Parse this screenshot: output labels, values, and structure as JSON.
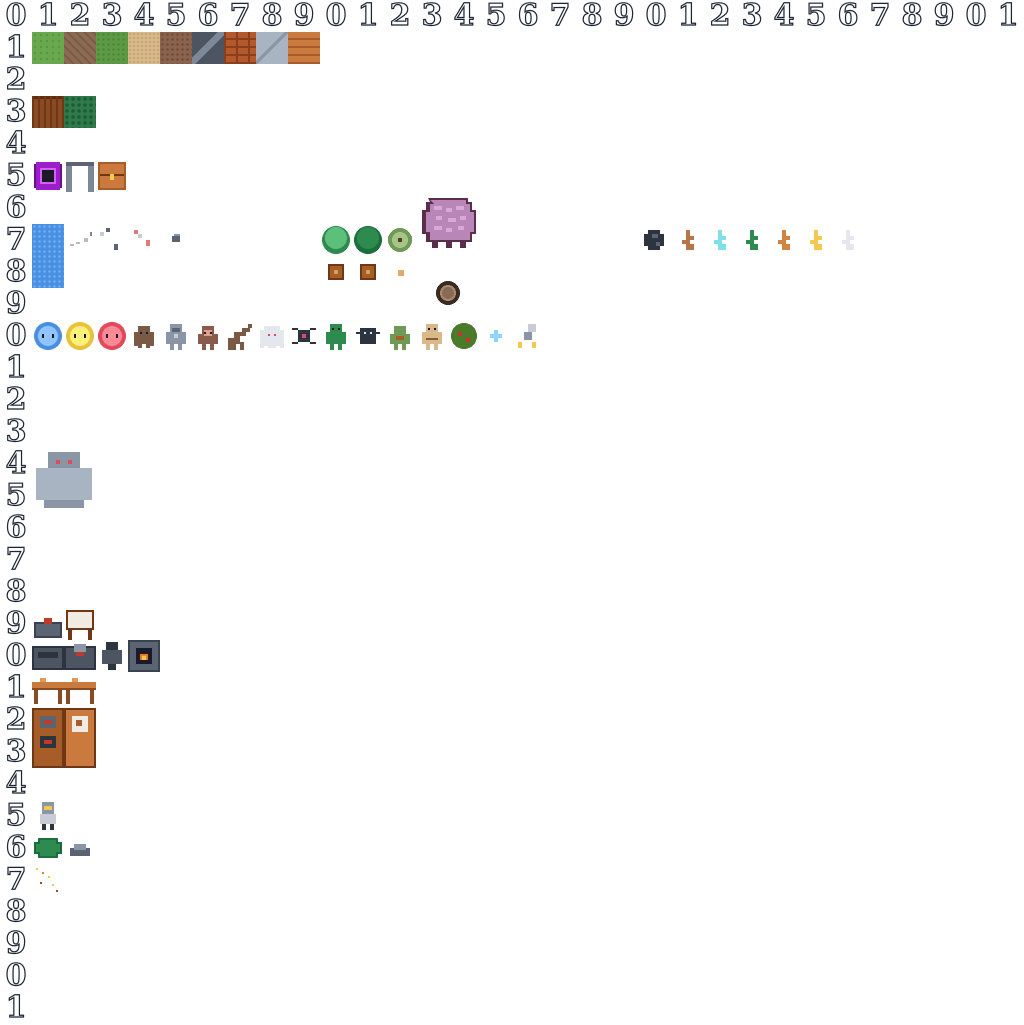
{
  "grid": {
    "columns": [
      "0",
      "1",
      "2",
      "3",
      "4",
      "5",
      "6",
      "7",
      "8",
      "9",
      "0",
      "1",
      "2",
      "3",
      "4",
      "5",
      "6",
      "7",
      "8",
      "9",
      "0",
      "1",
      "2",
      "3",
      "4",
      "5",
      "6",
      "7",
      "8",
      "9",
      "0",
      "1"
    ],
    "rows": [
      "0",
      "1",
      "2",
      "3",
      "4",
      "5",
      "6",
      "7",
      "8",
      "9",
      "0",
      "1",
      "2",
      "3",
      "4",
      "5",
      "6",
      "7",
      "8",
      "9",
      "0",
      "1",
      "2",
      "3",
      "4",
      "5",
      "6",
      "7",
      "8",
      "9",
      "0",
      "1"
    ]
  },
  "palette": {
    "grass": "#6aa84f",
    "dirt": "#8b6b52",
    "sand": "#d8b98a",
    "stone": "#a9b4c2",
    "wood": "#c97a3c",
    "water": "#4a90e2",
    "portal": "#9b1fc9",
    "brain": "#b887b8"
  },
  "tiles": {
    "terrain": [
      "grass-tile",
      "dirt-tile",
      "moss-tile",
      "sand-tile",
      "mud-tile",
      "dark-stone-tile",
      "brick-tile",
      "stone-tile",
      "plank-tile"
    ],
    "walls": [
      "log-wall-tile",
      "leaf-wall-tile"
    ],
    "doors": [
      "portal-icon",
      "doorway-icon",
      "chest-icon"
    ],
    "water": "water-tile"
  },
  "sprites": {
    "row7_effects": [
      "ore-sparkle-icon",
      "bone-pile-icon",
      "drop-icon",
      "rock-icon"
    ],
    "row7_plants": [
      "bush-icon",
      "bush-dark-icon",
      "cactus-flower-icon",
      "brain-boss-icon"
    ],
    "row7_items": [
      "coal-icon",
      "copper-icon",
      "diamond-icon",
      "emerald-icon",
      "amber-icon",
      "gold-icon",
      "silver-icon"
    ],
    "row8_props": [
      "crate-icon",
      "crate-icon",
      "seed-icon",
      "wheel-icon"
    ],
    "monsters": [
      "blue-slime-icon",
      "yellow-slime-icon",
      "red-slime-icon",
      "mud-golem-icon",
      "knight-icon",
      "imp-icon",
      "worm-icon",
      "ghost-icon",
      "spider-icon",
      "goblin-icon",
      "beetle-icon",
      "orc-icon",
      "mummy-icon",
      "thorn-bush-icon",
      "wisp-icon",
      "skeleton-icon"
    ],
    "large": [
      "stone-golem-icon"
    ],
    "furniture_row19": [
      "anvil-icon",
      "blackboard-icon"
    ],
    "furniture_row20": [
      "forge-icon",
      "forge-hot-icon",
      "armor-stand-icon",
      "furnace-icon"
    ],
    "furniture_row21": [
      "table-icon",
      "table-icon"
    ],
    "furniture_row22": [
      "smelter-icon",
      "painting-icon"
    ],
    "player": [
      "astronaut-icon"
    ],
    "misc_row26": [
      "slime-blob-icon",
      "iron-ingot-icon"
    ],
    "misc_row27": [
      "spark-particles-icon"
    ]
  }
}
